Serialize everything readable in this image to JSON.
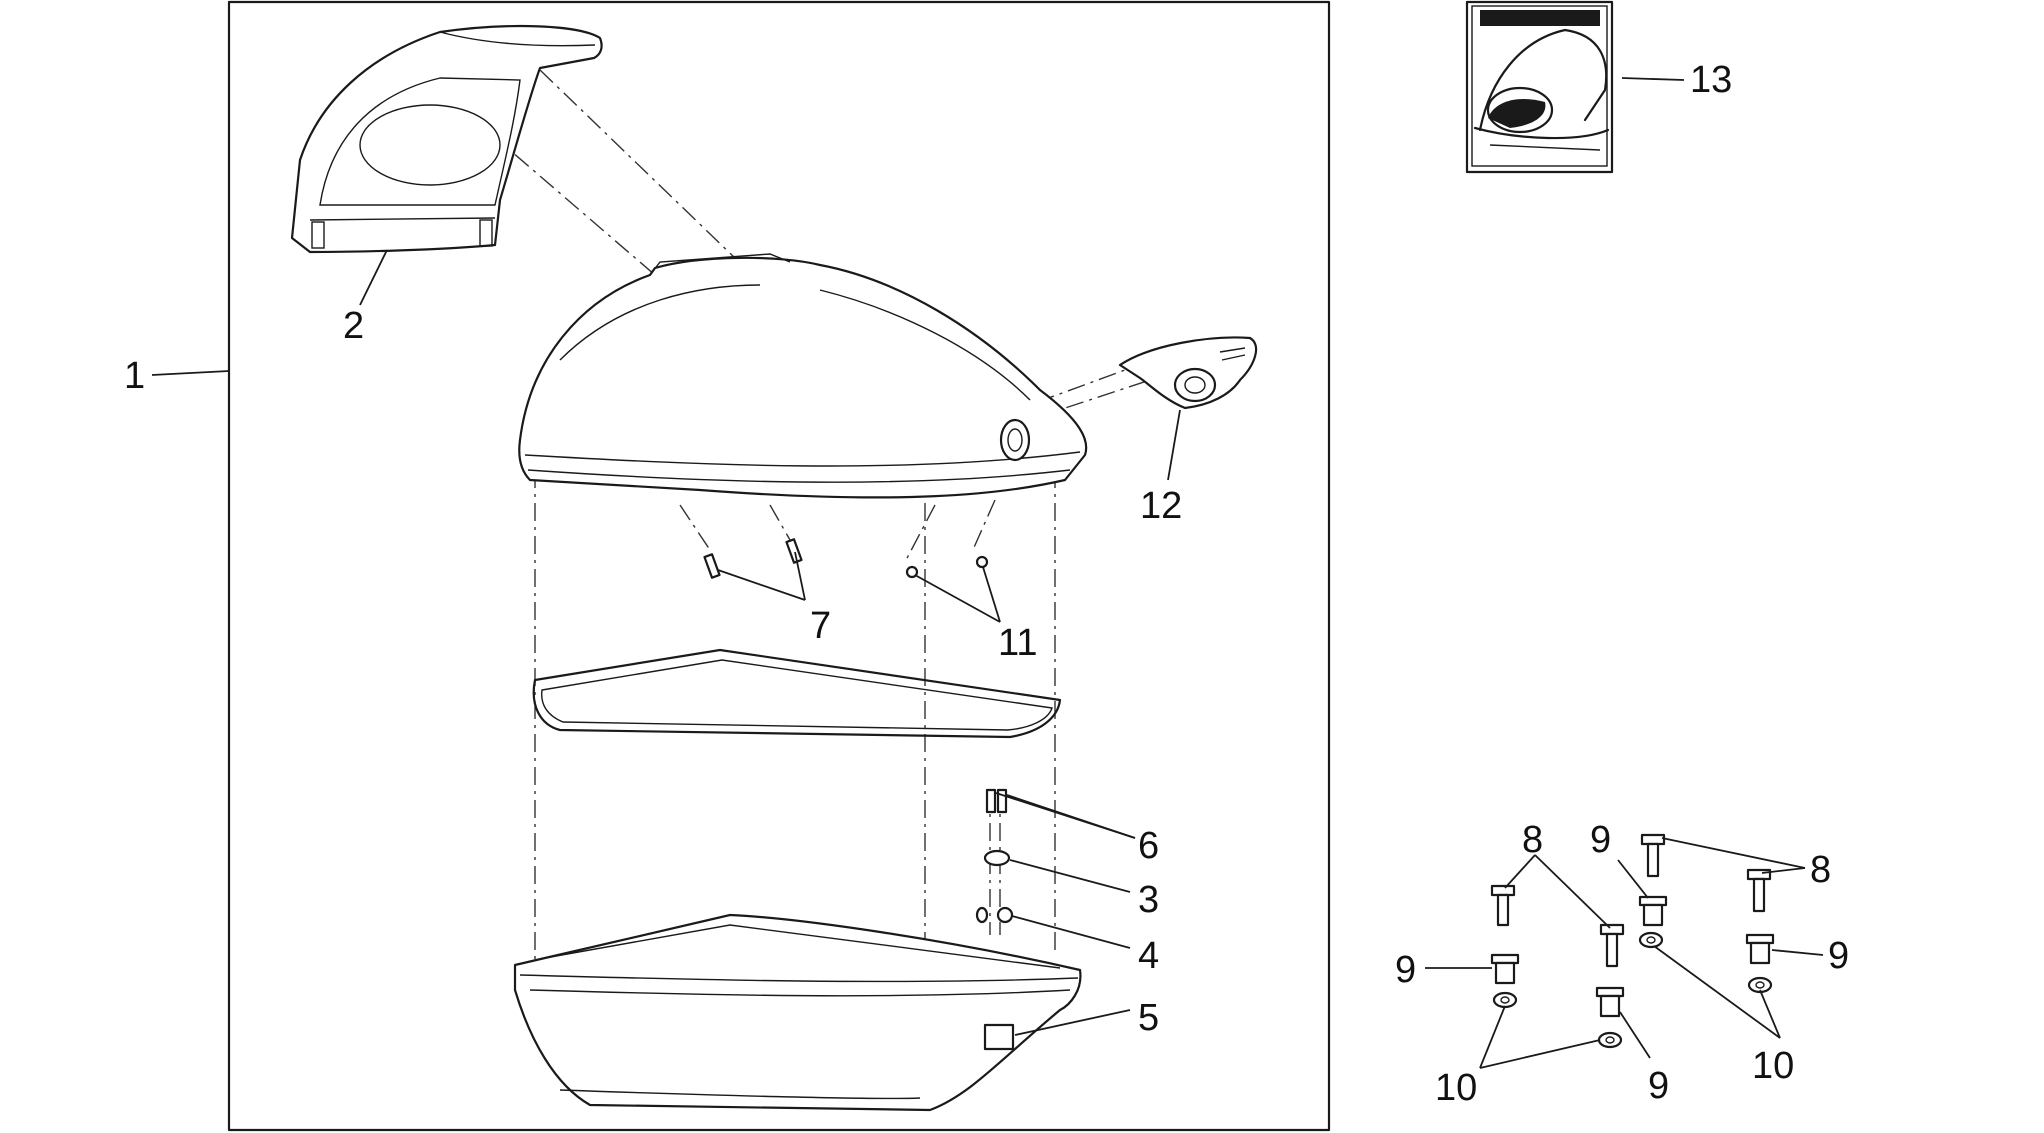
{
  "callouts": {
    "c1": "1",
    "c2": "2",
    "c3": "3",
    "c4": "4",
    "c5": "5",
    "c6": "6",
    "c7": "7",
    "c8a": "8",
    "c8b": "8",
    "c9a": "9",
    "c9b": "9",
    "c9c": "9",
    "c9d": "9",
    "c10a": "10",
    "c10b": "10",
    "c11": "11",
    "c12": "12",
    "c13": "13"
  },
  "colors": {
    "line": "#1a1a1a",
    "background": "#ffffff"
  }
}
